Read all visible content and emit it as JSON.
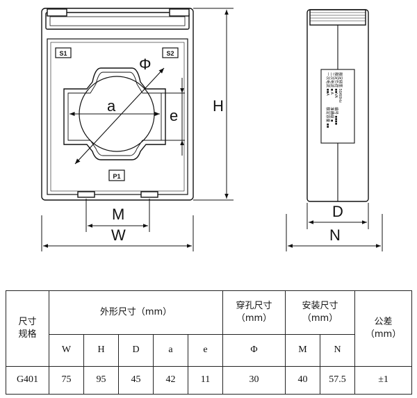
{
  "drawing": {
    "front_view": {
      "terminal_s1": "S1",
      "terminal_s2": "S2",
      "terminal_p1": "P1",
      "label_phi": "Φ",
      "label_a": "a",
      "label_e": "e",
      "label_h": "H",
      "label_m": "M",
      "label_w": "W"
    },
    "side_view": {
      "label_d": "D",
      "label_n": "N",
      "nameplate_lines": [
        "一次电流 ■■A",
        "二次电流 ■ A",
        "额定负荷 ■■VA",
        "额定频率 50/60Hz",
        "额定容量 ■■",
        "准确级 ■",
        "编号 ■■■■"
      ]
    }
  },
  "spec_table": {
    "header_size": "尺寸",
    "header_model": "规格",
    "header_outline": "外形尺寸（mm）",
    "header_hole": "穿孔尺寸",
    "header_hole_unit": "（mm）",
    "header_install": "安装尺寸",
    "header_install_unit": "（mm）",
    "header_tol": "公差",
    "header_tol_unit": "（mm）",
    "sub_headers": [
      "W",
      "H",
      "D",
      "a",
      "e",
      "Φ",
      "M",
      "N"
    ],
    "row": {
      "model": "G401",
      "values": [
        "75",
        "95",
        "45",
        "42",
        "11",
        "30",
        "40",
        "57.5"
      ],
      "tolerance": "±1"
    }
  }
}
